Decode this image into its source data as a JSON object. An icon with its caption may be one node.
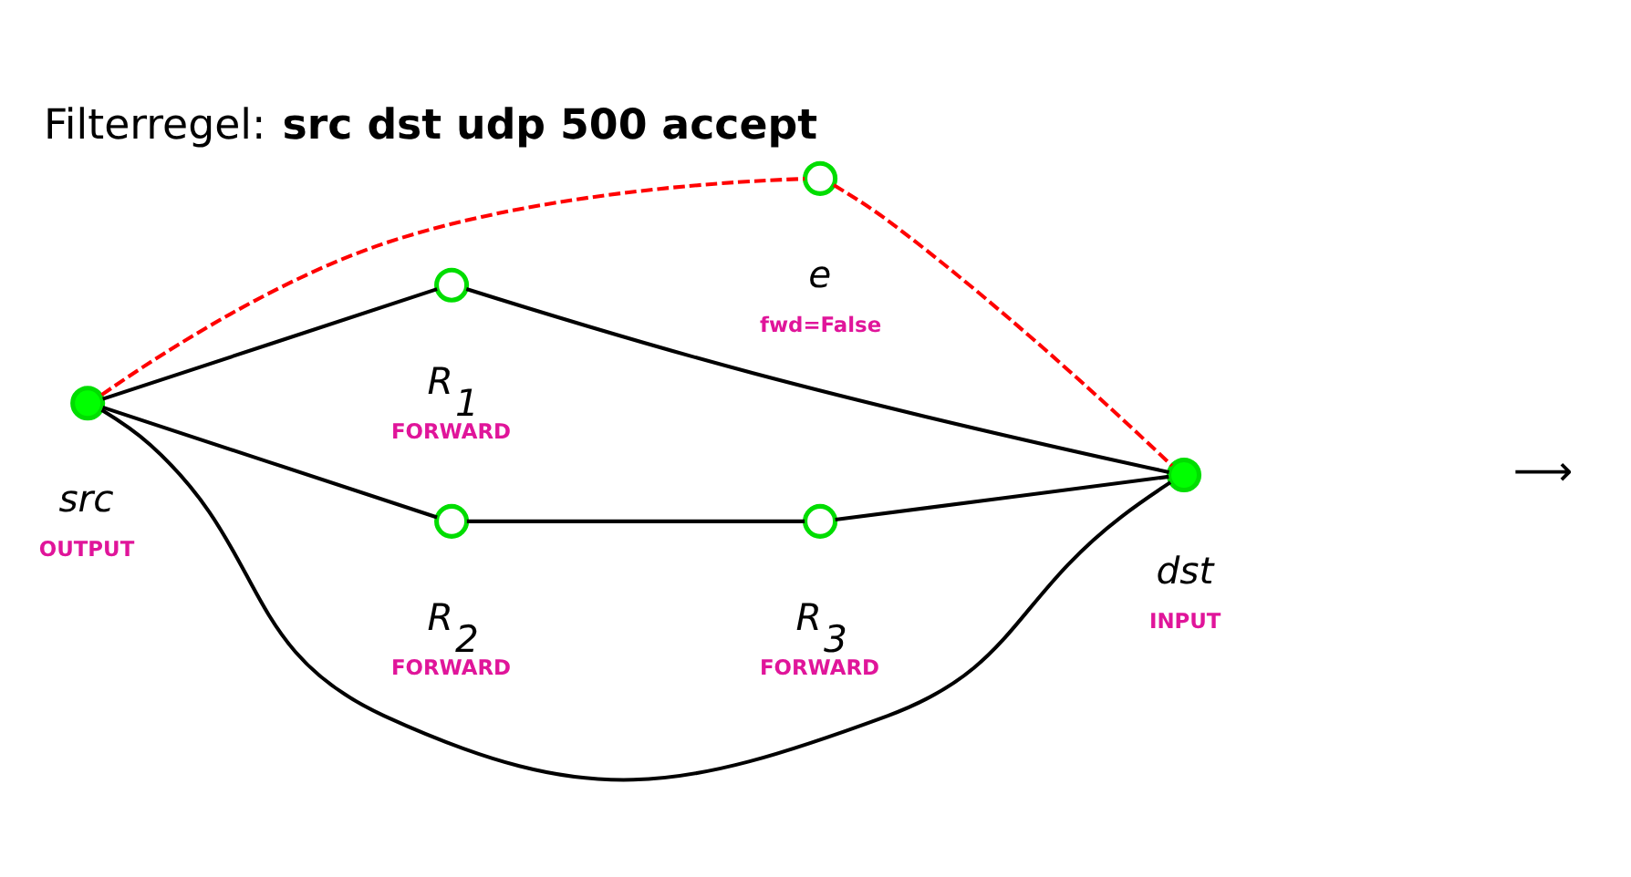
{
  "diagram": {
    "title": "Filterregel: **src dst udp 500 accept**",
    "nodes": [
      {
        "text": [],
        "shape": "circle",
        "beside": [
          "src",
          "OUTPUT"
        ]
      },
      {
        "text": [],
        "shape": "circle",
        "beside": [
          "e",
          "fwd=False"
        ]
      },
      {
        "text": [],
        "shape": "circle",
        "beside": [
          "R$_{1}$",
          "FORWARD"
        ]
      },
      {
        "text": [],
        "shape": "circle",
        "beside": [
          "R$_{2}$",
          "FORWARD"
        ]
      },
      {
        "text": [],
        "shape": "circle",
        "beside": [
          "R$_{3}$",
          "FORWARD"
        ]
      },
      {
        "text": [],
        "shape": "circle",
        "beside": [
          "dst",
          "INPUT"
        ]
      }
    ],
    "edges": [
      {
        "from": 0,
        "to": 1,
        "arrow": "none",
        "style": "dashed",
        "color": "#ff0000"
      },
      {
        "from": 1,
        "to": 5,
        "arrow": "none",
        "style": "dashed",
        "color": "#ff0000"
      },
      {
        "from": 0,
        "to": 2,
        "arrow": "none"
      },
      {
        "from": 2,
        "to": 5,
        "arrow": "none"
      },
      {
        "from": 0,
        "to": 5,
        "arrow": "none"
      },
      {
        "from": 0,
        "to": 3,
        "arrow": "none"
      },
      {
        "from": 3,
        "to": 4,
        "arrow": "none"
      },
      {
        "from": 4,
        "to": 5,
        "arrow": "none"
      }
    ],
    "labels": [
      "⟶"
    ]
  }
}
